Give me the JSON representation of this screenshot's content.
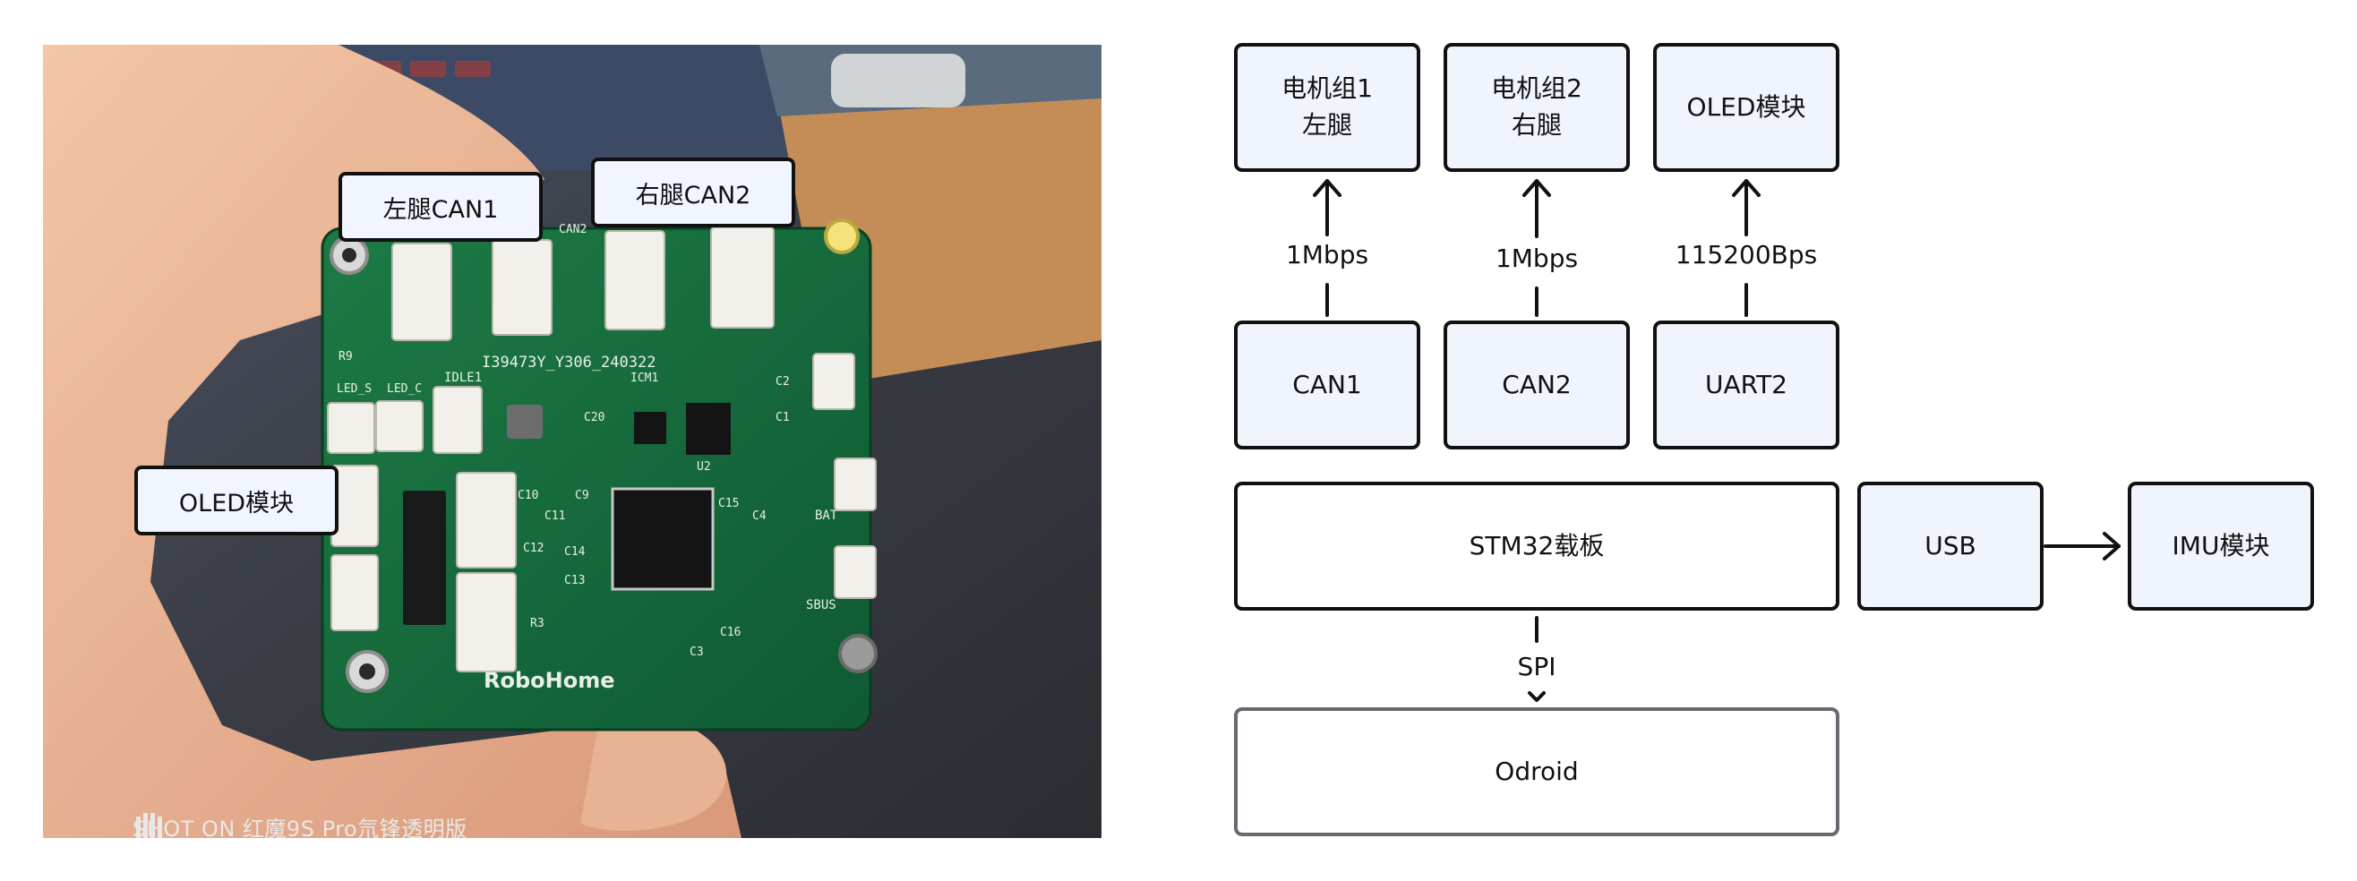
{
  "photo": {
    "callouts": {
      "left_leg": "左腿CAN1",
      "right_leg": "右腿CAN2",
      "oled": "OLED模块"
    },
    "watermark": "SHOT ON 红魔9S Pro氘锋透明版",
    "pcb_silkscreen": {
      "board_id": "I39473Y_Y306_240322",
      "can2": "CAN2",
      "idle1": "IDLE1",
      "led_s": "LED_S",
      "led_c": "LED_C",
      "icm1": "ICM1",
      "u2": "U2",
      "bat": "BAT",
      "sbus": "SBUS",
      "brand": "RoboHome",
      "c10": "C10",
      "c9": "C9",
      "c11": "C11",
      "c12": "C12",
      "c13": "C13",
      "c14": "C14",
      "c15": "C15",
      "c16": "C16",
      "c4": "C4",
      "c3": "C3",
      "c1": "C1",
      "c2": "C2",
      "c20": "C20",
      "r3": "R3",
      "r9": "R9"
    }
  },
  "diagram": {
    "motor1": {
      "line1": "电机组1",
      "line2": "左腿"
    },
    "motor2": {
      "line1": "电机组2",
      "line2": "右腿"
    },
    "oled": "OLED模块",
    "can1": "CAN1",
    "can2": "CAN2",
    "uart2": "UART2",
    "stm32": "STM32载板",
    "usb": "USB",
    "imu": "IMU模块",
    "odroid": "Odroid",
    "link_can1": "1Mbps",
    "link_can2": "1Mbps",
    "link_uart2": "115200Bps",
    "link_spi": "SPI"
  }
}
